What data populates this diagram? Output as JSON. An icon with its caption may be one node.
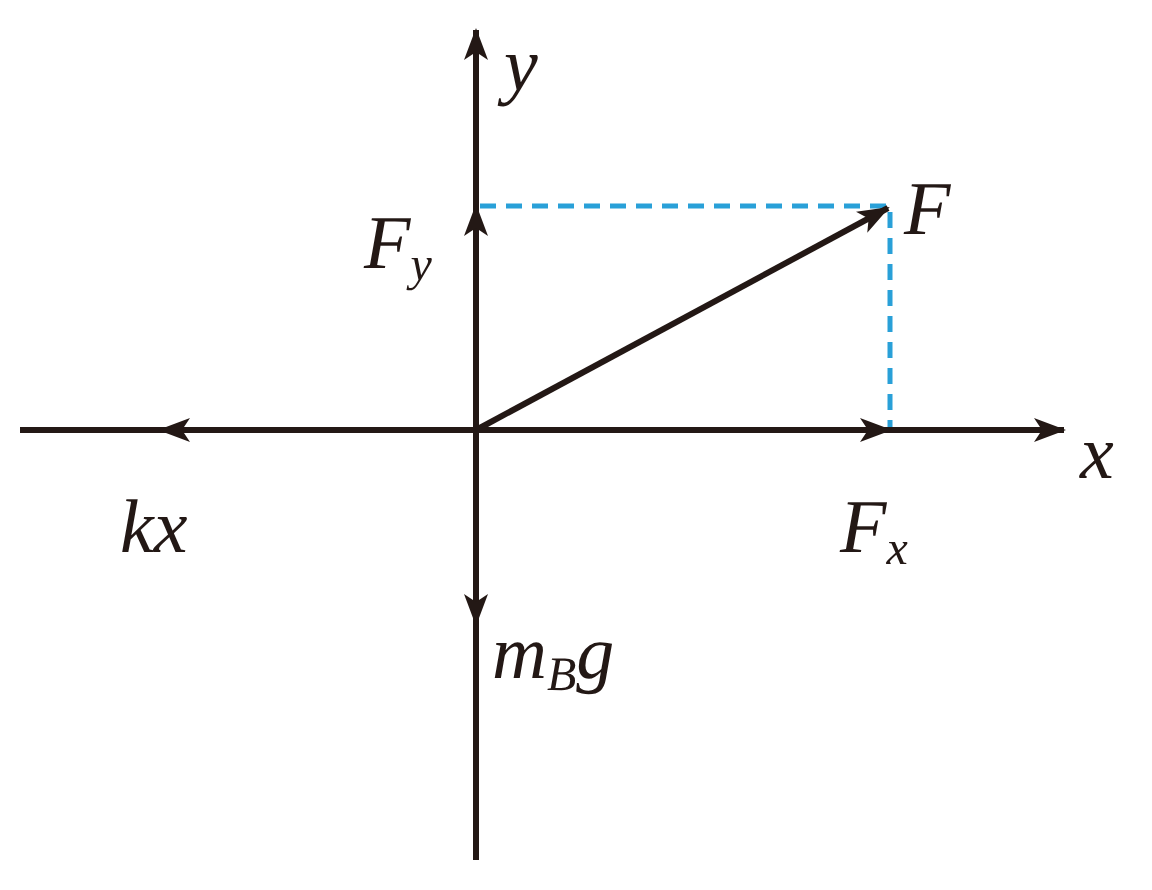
{
  "diagram": {
    "labels": [
      "y",
      "F$_{y}$",
      "F",
      "x",
      "kx",
      "F$_{x}$",
      "m$_{B}$g"
    ]
  }
}
